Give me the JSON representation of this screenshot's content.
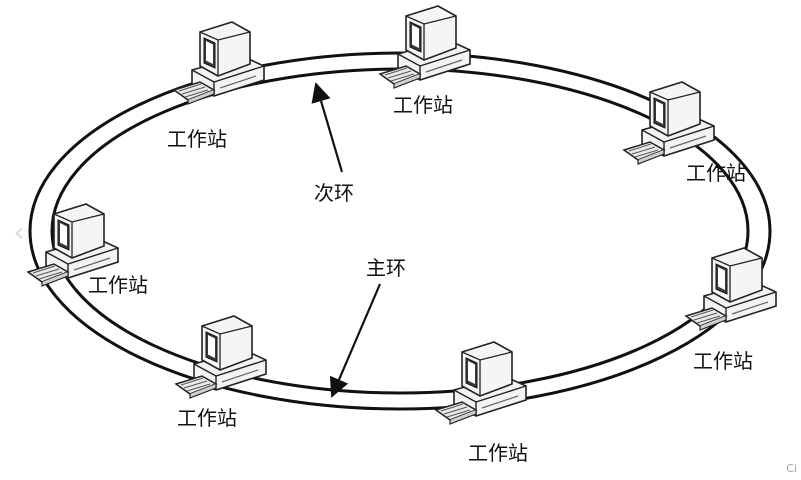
{
  "diagram": {
    "rings": {
      "secondary_label": "次环",
      "primary_label": "主环"
    },
    "nodes": [
      {
        "id": "ws-top-left",
        "label": "工作站"
      },
      {
        "id": "ws-top",
        "label": "工作站"
      },
      {
        "id": "ws-right-top",
        "label": "工作站"
      },
      {
        "id": "ws-left",
        "label": "工作站"
      },
      {
        "id": "ws-right-bottom",
        "label": "工作站"
      },
      {
        "id": "ws-bottom-left",
        "label": "工作站"
      },
      {
        "id": "ws-bottom",
        "label": "工作站"
      }
    ]
  },
  "corner_mark": "Ci"
}
